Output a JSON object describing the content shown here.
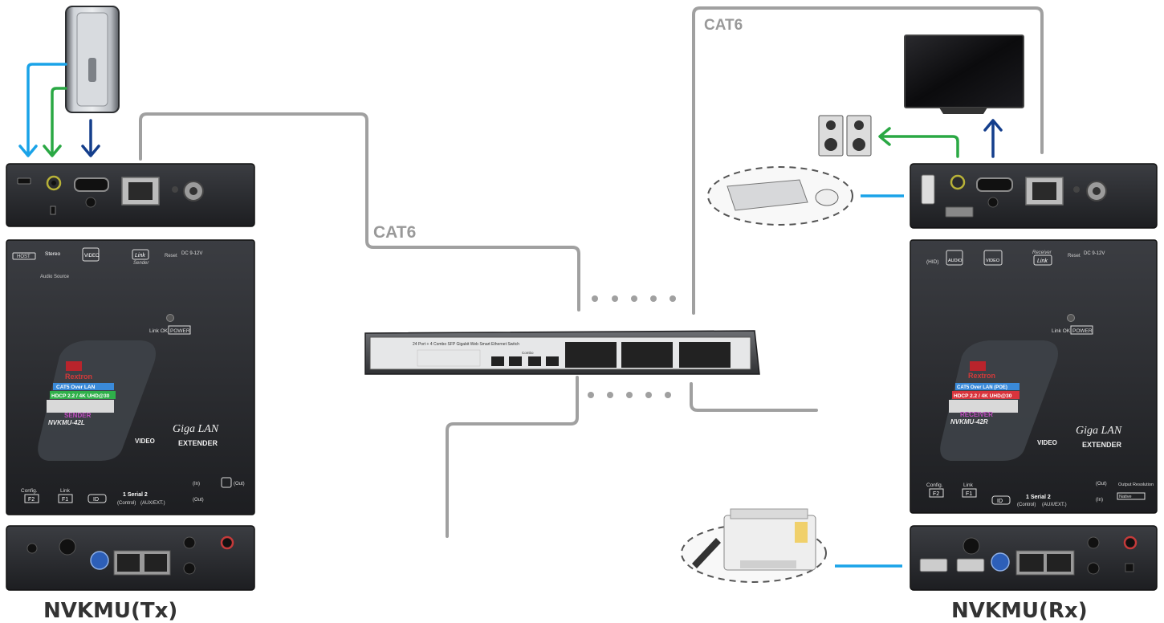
{
  "labels": {
    "cat6_top": "CAT6",
    "cat6_mid": "CAT6",
    "tx_title": "NVKMU(Tx)",
    "rx_title": "NVKMU(Rx)"
  },
  "switch": {
    "title": "24 Port + 4 Combo SFP Gigabit Web Smart Ethernet Switch",
    "combo_label": "Combo"
  },
  "tx": {
    "port_usb": "HOST",
    "stereo": "Stereo",
    "audio_source": "Audio Source",
    "video": "VIDEO",
    "link": "Link",
    "sender": "Sender",
    "reset": "Reset",
    "dc": "DC 9-12V",
    "link_ok": "Link OK",
    "power": "POWER",
    "brand": "Rextron",
    "over_lan": "CAT5 Over LAN",
    "hdcp": "HDCP 2.2 / 4K UHD@30",
    "role": "SENDER",
    "model": "NVKMU-42L",
    "giga": "Giga LAN",
    "video_ext_1": "VIDEO",
    "video_ext_2": "EXTENDER",
    "config": "Config.",
    "f2": "F2",
    "link2": "Link",
    "f1": "F1",
    "id": "ID",
    "serial": "1 Serial 2",
    "control": "(Control)",
    "aux": "(AUX/EXT.)",
    "in": "(In)",
    "out": "(Out)"
  },
  "rx": {
    "hid": "(HID)",
    "audio": "AUDIO",
    "video": "VIDEO",
    "receiver": "Receiver",
    "link": "Link",
    "reset": "Reset",
    "dc": "DC 9-12V",
    "link_ok": "Link OK",
    "power": "POWER",
    "brand": "Rextron",
    "over_lan": "CAT5 Over LAN (POE)",
    "hdcp": "HDCP 2.2 / 4K UHD@30",
    "role": "RECEIVER",
    "model": "NVKMU-42R",
    "giga": "Giga LAN",
    "video_ext_1": "VIDEO",
    "video_ext_2": "EXTENDER",
    "config": "Config.",
    "f2": "F2",
    "link2": "Link",
    "f1": "F1",
    "id": "ID",
    "serial": "1 Serial 2",
    "control": "(Control)",
    "aux": "(AUX/EXT.)",
    "out": "(Out)",
    "in": "(In)",
    "output_res": "Output Resolution",
    "native": "Native"
  },
  "colors": {
    "cable_gray": "#a0a0a0",
    "light_blue": "#1aa3e8",
    "green": "#2aa844",
    "dark_blue": "#143e8c",
    "device_dark": "#222326"
  }
}
